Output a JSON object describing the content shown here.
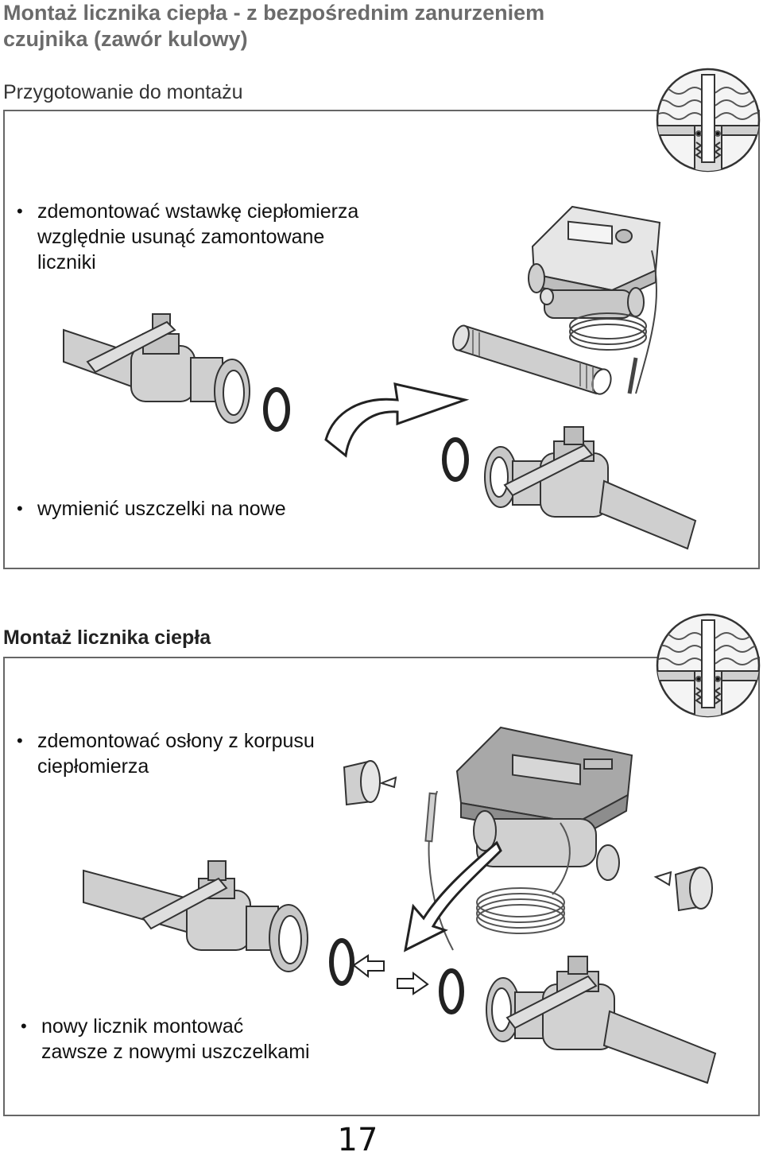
{
  "title": {
    "line1": "Montaż licznika ciepła - z bezpośrednim zanurzeniem",
    "line2": "czujnika (zawór kulowy)"
  },
  "section1": {
    "heading": "Przygotowanie do montażu",
    "bullet1": {
      "line1": "zdemontować wstawkę ciepłomierza",
      "line2": "względnie usunąć zamontowane",
      "line3": "liczniki"
    },
    "bullet2": {
      "line1": "wymienić uszczelki na nowe"
    }
  },
  "section2": {
    "heading": "Montaż licznika ciepła",
    "bullet1": {
      "line1": "zdemontować osłony z korpusu",
      "line2": "ciepłomierza"
    },
    "bullet2": {
      "line1": "nowy licznik montować",
      "line2": "zawsze z nowymi uszczelkami"
    }
  },
  "bullet_symbol": "•",
  "page_number": "17",
  "colors": {
    "title_gray": "#6b6b6b",
    "frame_border": "#666666",
    "illustration_fill": "#cfcfcf",
    "illustration_stroke": "#333333"
  },
  "icons": [
    "immersion-sensor-detail-icon",
    "ball-valve-icon",
    "heat-meter-icon",
    "pipe-spacer-icon",
    "seal-ring-icon",
    "curved-arrow-icon",
    "protective-cap-icon"
  ]
}
